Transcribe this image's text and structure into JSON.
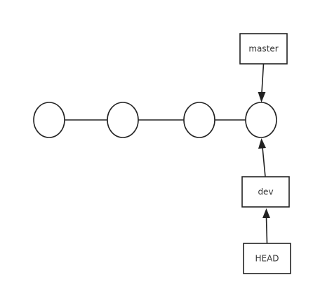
{
  "diagram": {
    "commits": [
      {
        "id": "c1"
      },
      {
        "id": "c2"
      },
      {
        "id": "c3"
      },
      {
        "id": "c4"
      }
    ],
    "refs": {
      "master": {
        "label": "master",
        "points_to": "c4"
      },
      "dev": {
        "label": "dev",
        "points_to": "c4"
      },
      "head": {
        "label": "HEAD",
        "points_to": "dev"
      }
    },
    "colors": {
      "stroke": "#222222",
      "text": "#333333",
      "background": "#ffffff"
    }
  }
}
